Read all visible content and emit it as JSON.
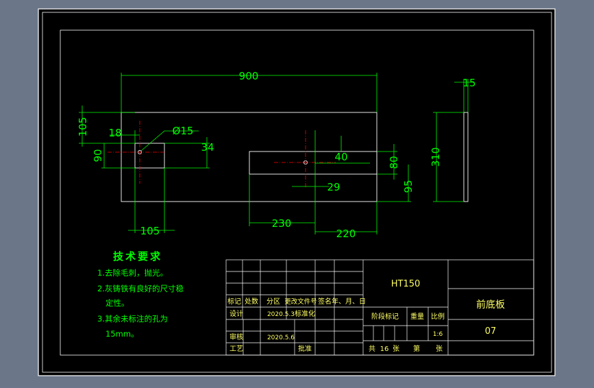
{
  "colors": {
    "background": "#6b7689",
    "sheet": "#000000",
    "outline": "#ffffff",
    "dimension": "#00ff00",
    "centerline": "#ff0000",
    "notes_text": "#00ff00",
    "title_text": "#ffff66"
  },
  "dimensions": {
    "length": "900",
    "height_left": "105",
    "hole_offset_x": "18",
    "hole_dia": "Ø15",
    "slot_width": "34",
    "hole_y": "90",
    "slot_len_left": "105",
    "slot_h_right": "40",
    "slot_y_right": "80",
    "right_offset": "29",
    "right_y": "95",
    "right_x1": "230",
    "right_x2": "220",
    "side_thickness": "15",
    "side_height": "310"
  },
  "notes": {
    "heading": "技术要求",
    "line1": "1.去除毛刺，抛光。",
    "line2": "2.灰铸铁有良好的尺寸稳",
    "line3": "定性。",
    "line4": "3.其余未标注的孔为",
    "line5": "15mm。"
  },
  "title_block": {
    "material": "HT150",
    "part_name": "前底板",
    "drawing_no": "07",
    "rev_mark": "标记",
    "rev_count": "处数",
    "rev_zone": "分区",
    "rev_doc": "更改文件号",
    "rev_sign": "签名",
    "rev_date": "年、月、日",
    "design": "设计",
    "design_date": "2020.5.3",
    "standardize": "标准化",
    "review": "审核",
    "review_date": "2020.5.6",
    "process": "工艺",
    "approve": "批准",
    "stage_mark": "阶段标记",
    "weight": "重量",
    "scale": "比例",
    "scale_value": "1:6",
    "total": "共",
    "total_count": "16",
    "sheet_unit": "张",
    "page": "第",
    "page_unit": "张"
  }
}
